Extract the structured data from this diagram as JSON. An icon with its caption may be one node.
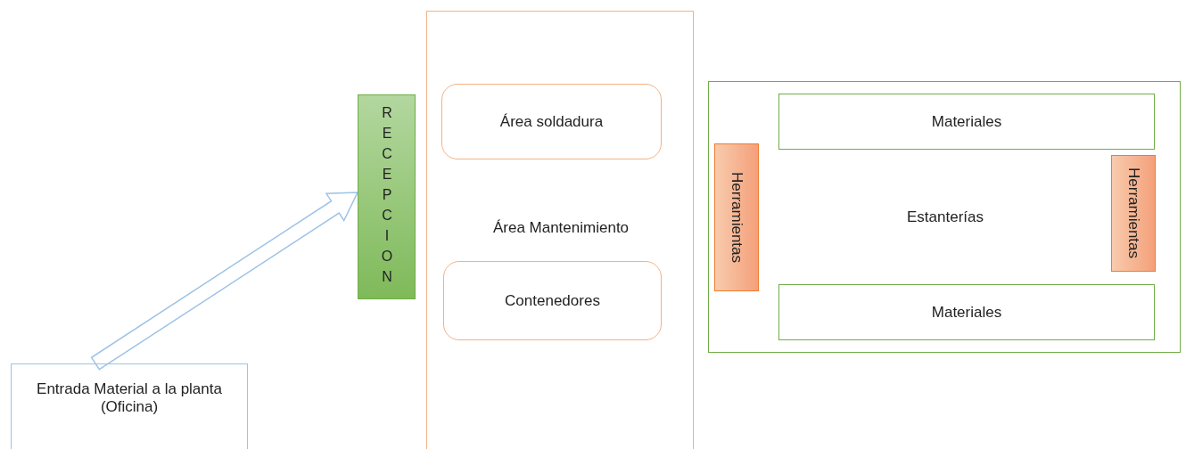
{
  "diagram": {
    "nodes": [
      {
        "text": [
          "Entrada Material a la planta (Oficina)"
        ]
      },
      {
        "text": [
          "RECEPCION"
        ]
      },
      {
        "text": [
          "Área Mantenimiento"
        ]
      },
      {
        "text": [
          "Área soldadura"
        ],
        "in": 2
      },
      {
        "text": [
          "Contenedores"
        ],
        "in": 2
      },
      {
        "text": [
          "Estanterías"
        ]
      },
      {
        "text": [
          "Materiales"
        ],
        "in": 5
      },
      {
        "text": [
          "Herramientas"
        ],
        "in": 5
      },
      {
        "text": [
          "Herramientas"
        ],
        "in": 5
      },
      {
        "text": [
          "Materiales"
        ],
        "in": 5
      }
    ],
    "edges": [
      {
        "from": 0,
        "to": 1,
        "arrow": "to"
      }
    ]
  }
}
